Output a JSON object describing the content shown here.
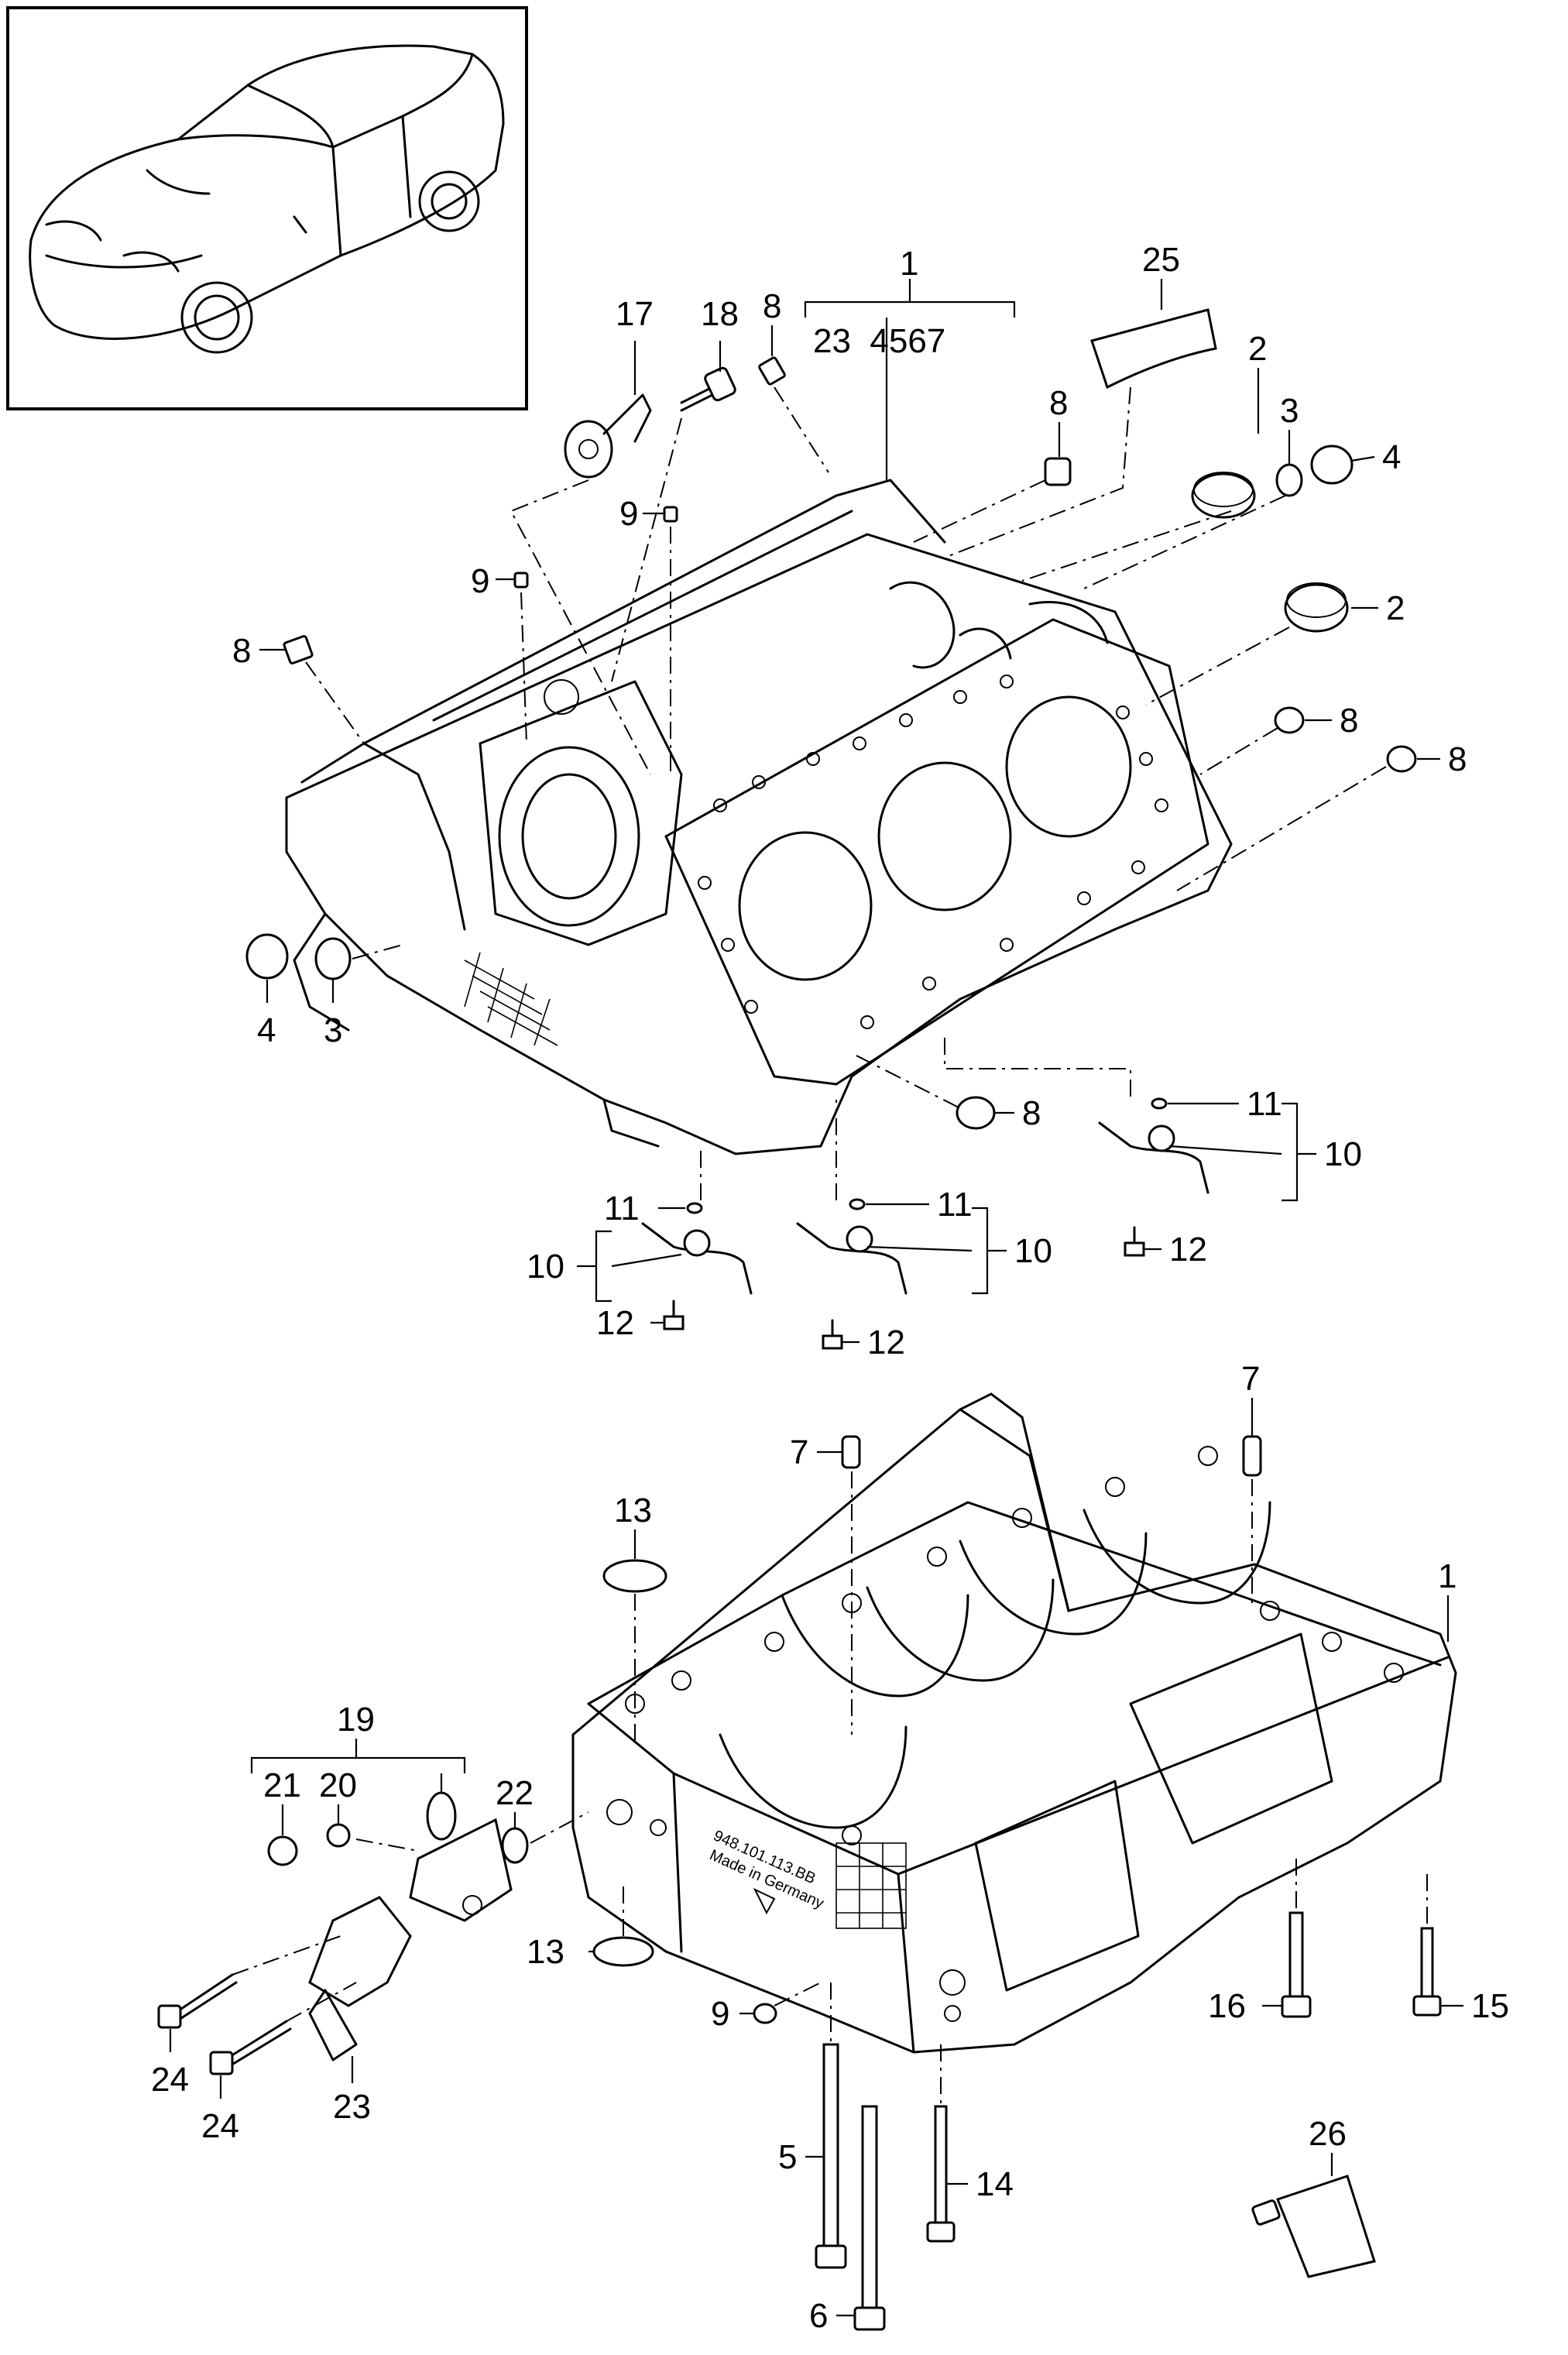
{
  "thumbnail": {
    "subject": "vehicle-overview"
  },
  "callouts": {
    "c1_top": "1",
    "c1_group": "23  4567",
    "c1_bottom": "1",
    "c2a": "2",
    "c2b": "2",
    "c3a": "3",
    "c3b": "3",
    "c4a": "4",
    "c4b": "4",
    "c5": "5",
    "c6": "6",
    "c7a": "7",
    "c7b": "7",
    "c8a": "8",
    "c8b": "8",
    "c8c": "8",
    "c8d": "8",
    "c8e": "8",
    "c8f": "8",
    "c9a": "9",
    "c9b": "9",
    "c9c": "9",
    "c10a": "10",
    "c10b": "10",
    "c10c": "10",
    "c11a": "11",
    "c11b": "11",
    "c11c": "11",
    "c12a": "12",
    "c12b": "12",
    "c12c": "12",
    "c13a": "13",
    "c13b": "13",
    "c14": "14",
    "c15": "15",
    "c16": "16",
    "c17": "17",
    "c18": "18",
    "c19": "19",
    "c20": "20",
    "c21": "21",
    "c22": "22",
    "c23": "23",
    "c24a": "24",
    "c24b": "24",
    "c25": "25",
    "c26": "26"
  },
  "engraving": {
    "line1": "948.101.113.BB",
    "line2": "Made in Germany"
  }
}
